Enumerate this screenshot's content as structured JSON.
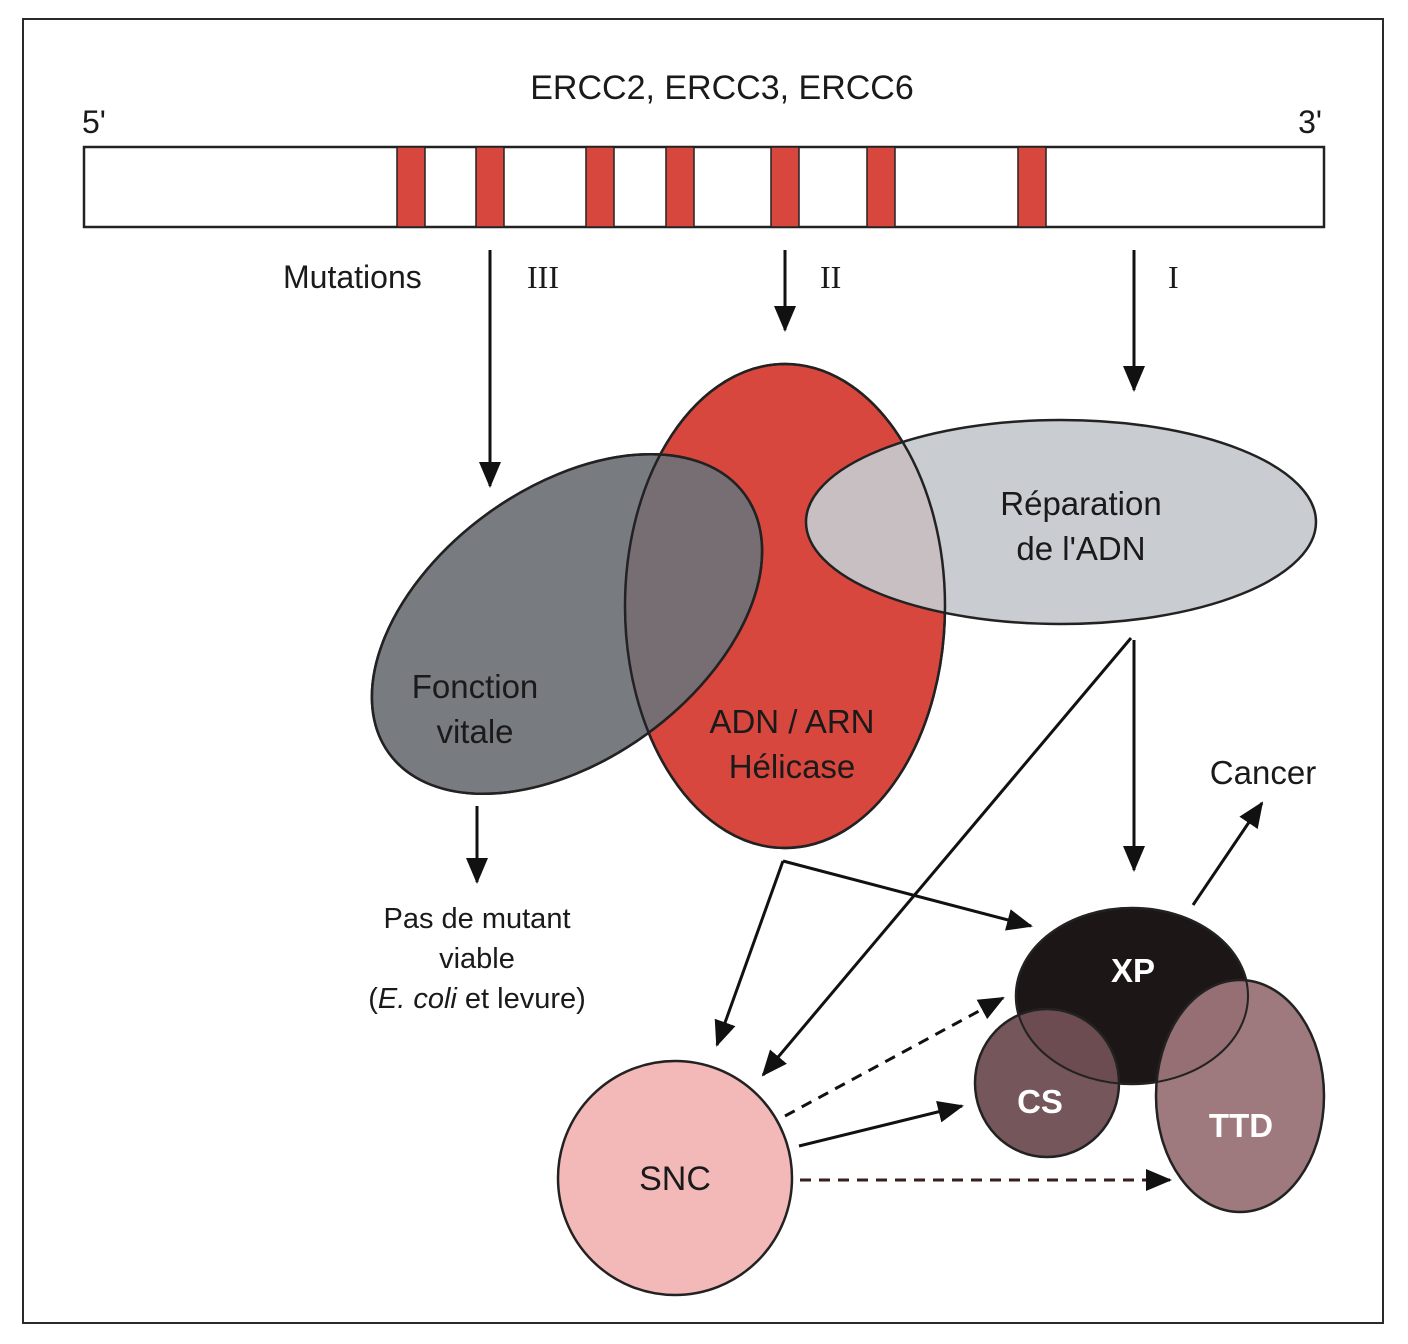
{
  "gene": {
    "title": "ERCC2, ERCC3, ERCC6",
    "end5": "5'",
    "end3": "3'"
  },
  "mutations": {
    "label": "Mutations",
    "class3": "III",
    "class2": "II",
    "class1": "I"
  },
  "domains": {
    "vital": {
      "line1": "Fonction",
      "line2": "vitale"
    },
    "helicase": {
      "line1": "ADN / ARN",
      "line2": "Hélicase"
    },
    "repair": {
      "line1": "Réparation",
      "line2": "de l'ADN"
    }
  },
  "outcome_vital": {
    "line1": "Pas de mutant",
    "line2": "viable",
    "line3_open": "(",
    "line3_italic": "E. coli",
    "line3_rest": " et levure)"
  },
  "diseases": {
    "xp": "XP",
    "cs": "CS",
    "ttd": "TTD",
    "snc": "SNC",
    "cancer": "Cancer"
  },
  "colors": {
    "red": "#d8473e",
    "dark_gray": "#6e7176",
    "light_gray": "#c5c8cc",
    "xp": "#1c1617",
    "cs": "#6f4f53",
    "ttd": "#9a7478",
    "snc": "#f3b9b8"
  }
}
